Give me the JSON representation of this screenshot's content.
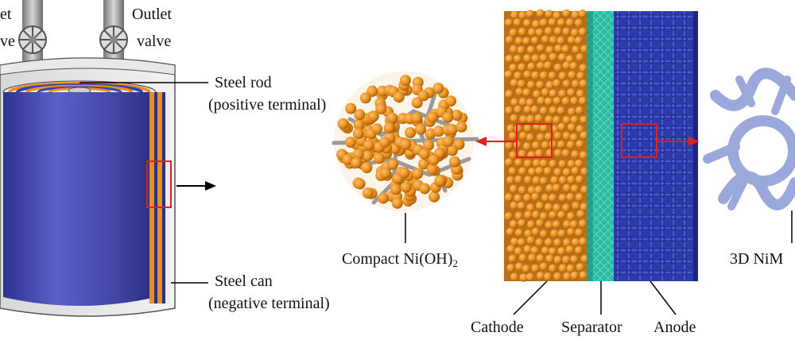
{
  "labels": {
    "inlet_valve_line1": "et",
    "inlet_valve_line2": "ve",
    "outlet_valve_line1": "Outlet",
    "outlet_valve_line2": "valve",
    "steel_rod_line1": "Steel rod",
    "steel_rod_line2": "(positive terminal)",
    "steel_can_line1": "Steel can",
    "steel_can_line2": "(negative terminal)",
    "compact_prefix": "Compact Ni(OH)",
    "compact_subscript": "2",
    "cathode": "Cathode",
    "separator": "Separator",
    "anode": "Anode",
    "nim": "3D NiM"
  },
  "colors": {
    "cathode_orange": "#e8901e",
    "anode_blue": "#3344b8",
    "separator_teal": "#2fb8a0",
    "can_blue": "#4a4fb0",
    "steel_gray": "#b8b8b8",
    "highlight_red": "#e02020",
    "nim_blue": "#9aa8dc"
  }
}
